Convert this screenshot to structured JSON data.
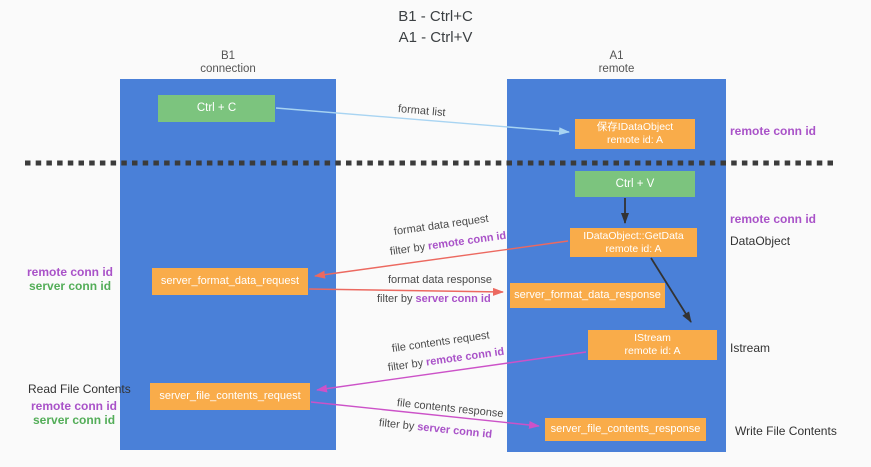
{
  "title": {
    "line1": "B1 - Ctrl+C",
    "line2": "A1 - Ctrl+V"
  },
  "columns": {
    "left": {
      "name": "B1",
      "role": "connection"
    },
    "right": {
      "name": "A1",
      "role": "remote"
    }
  },
  "boxes": {
    "ctrl_c": {
      "label": "Ctrl + C"
    },
    "ctrl_v": {
      "label": "Ctrl + V"
    },
    "save_idataobject": {
      "line1": "保存IDataObject",
      "line2": "remote id: A"
    },
    "idataobject_getdata": {
      "line1": "IDataObject::GetData",
      "line2": "remote id: A"
    },
    "istream": {
      "line1": "IStream",
      "line2": "remote id: A"
    },
    "server_format_data_request": {
      "label": "server_format_data_request"
    },
    "server_format_data_response": {
      "label": "server_format_data_response"
    },
    "server_file_contents_request": {
      "label": "server_file_contents_request"
    },
    "server_file_contents_response": {
      "label": "server_file_contents_response"
    }
  },
  "arrow_labels": {
    "format_list": "format list",
    "format_data_request": "format data request",
    "format_data_response": "format data response",
    "file_contents_request": "file contents request",
    "file_contents_response": "file contents response",
    "filter_by": "filter by",
    "remote_conn_id": "remote conn id",
    "server_conn_id": "server conn id"
  },
  "side_labels": {
    "remote_conn_id_top": "remote conn id",
    "remote_conn_id_mid": "remote conn id",
    "dataobject": "DataObject",
    "istream": "Istream",
    "write_file_contents": "Write File Contents",
    "read_file_contents": "Read File Contents",
    "remote_conn_id_left1": "remote conn id",
    "server_conn_id_left1": "server conn id",
    "remote_conn_id_left2": "remote conn id",
    "server_conn_id_left2": "server conn id"
  },
  "colors": {
    "column_blue": "#4a80d8",
    "box_orange": "#f9ac4a",
    "box_green": "#7cc47e",
    "arrow_red": "#ec6960",
    "arrow_magenta": "#cc52c8",
    "arrow_lightblue": "#a8d4f2",
    "arrow_black": "#333333",
    "text_purple": "#a952c8",
    "text_green": "#53ad58"
  }
}
